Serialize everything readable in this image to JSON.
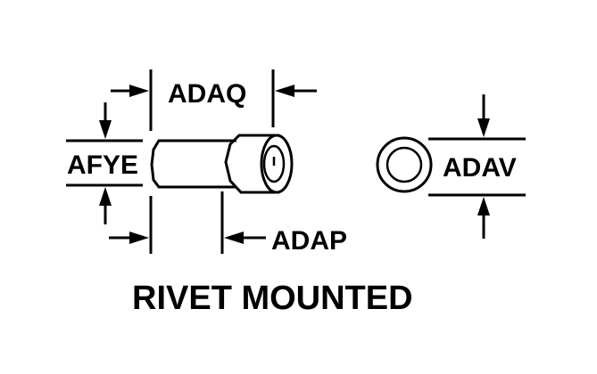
{
  "diagram": {
    "caption": "RIVET MOUNTED",
    "dimensions": {
      "length_overall": "ADAQ",
      "shank_diameter": "AFYE",
      "head_offset": "ADAP",
      "head_diameter": "ADAV"
    },
    "views": [
      "side-view",
      "end-view"
    ],
    "colors": {
      "ink": "#000000",
      "background": "#ffffff"
    }
  }
}
